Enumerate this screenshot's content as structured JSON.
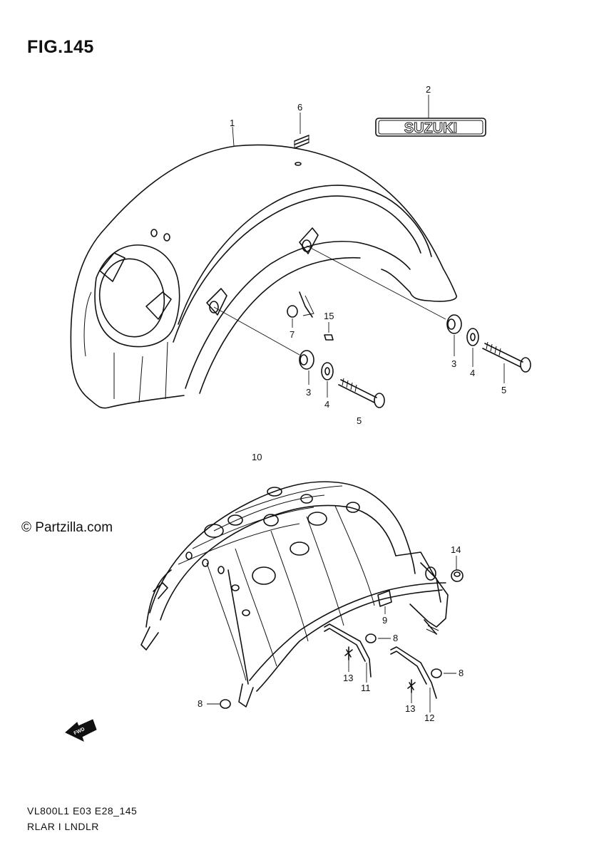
{
  "figure_title": "FIG.145",
  "watermark": "© Partzilla.com",
  "emblem_text": "SUZUKI",
  "fwd_label": "FWD",
  "footer": {
    "model_code": "VL800L1 E03 E28_145",
    "section_name": "RLAR I LNDLR"
  },
  "callouts": {
    "c1": "1",
    "c2": "2",
    "c3a": "3",
    "c3b": "3",
    "c4a": "4",
    "c4b": "4",
    "c5a": "5",
    "c5b": "5",
    "c6": "6",
    "c7": "7",
    "c8a": "8",
    "c8b": "8",
    "c8c": "8",
    "c9": "9",
    "c10": "10",
    "c11": "11",
    "c12": "12",
    "c13a": "13",
    "c13b": "13",
    "c14": "14",
    "c15": "15"
  }
}
